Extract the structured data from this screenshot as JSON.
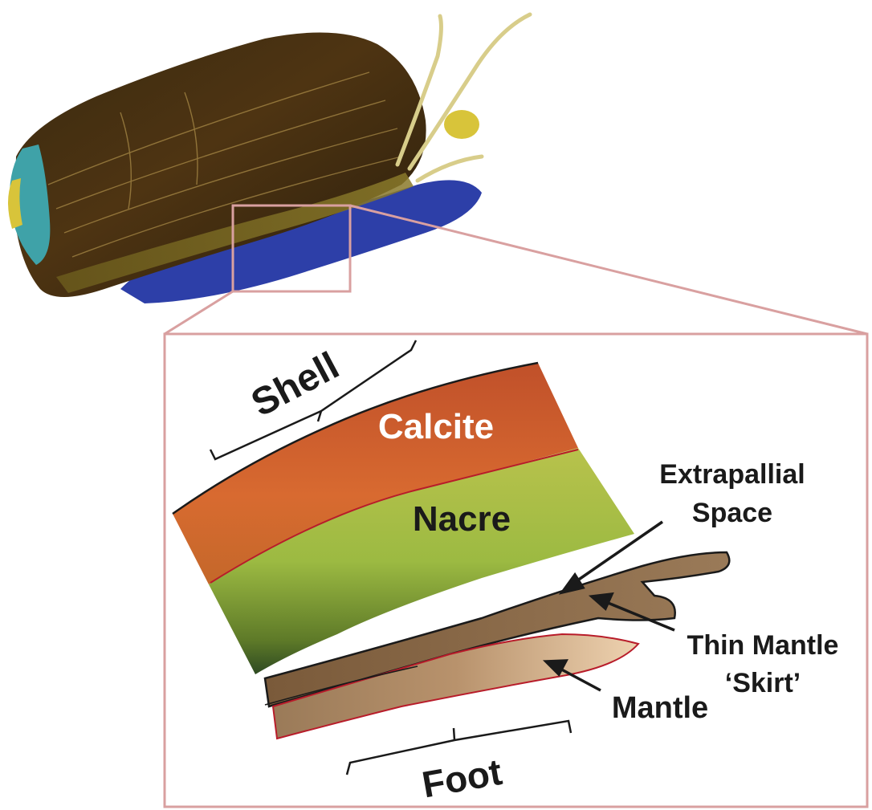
{
  "labels": {
    "shell": "Shell",
    "calcite": "Calcite",
    "nacre": "Nacre",
    "extrapallial_line1": "Extrapallial",
    "extrapallial_line2": "Space",
    "thin_mantle_line1": "Thin Mantle",
    "thin_mantle_line2": "‘Skirt’",
    "mantle": "Mantle",
    "foot": "Foot"
  },
  "colors": {
    "zoom_frame": "#d9a0a0",
    "calcite": "#c8552a",
    "nacre": "#9dba3e",
    "mantle_dark": "#8a6a4a",
    "mantle_light": "#e6c6a2",
    "label_white": "#ffffff",
    "label_dark": "#1a1a1a"
  }
}
